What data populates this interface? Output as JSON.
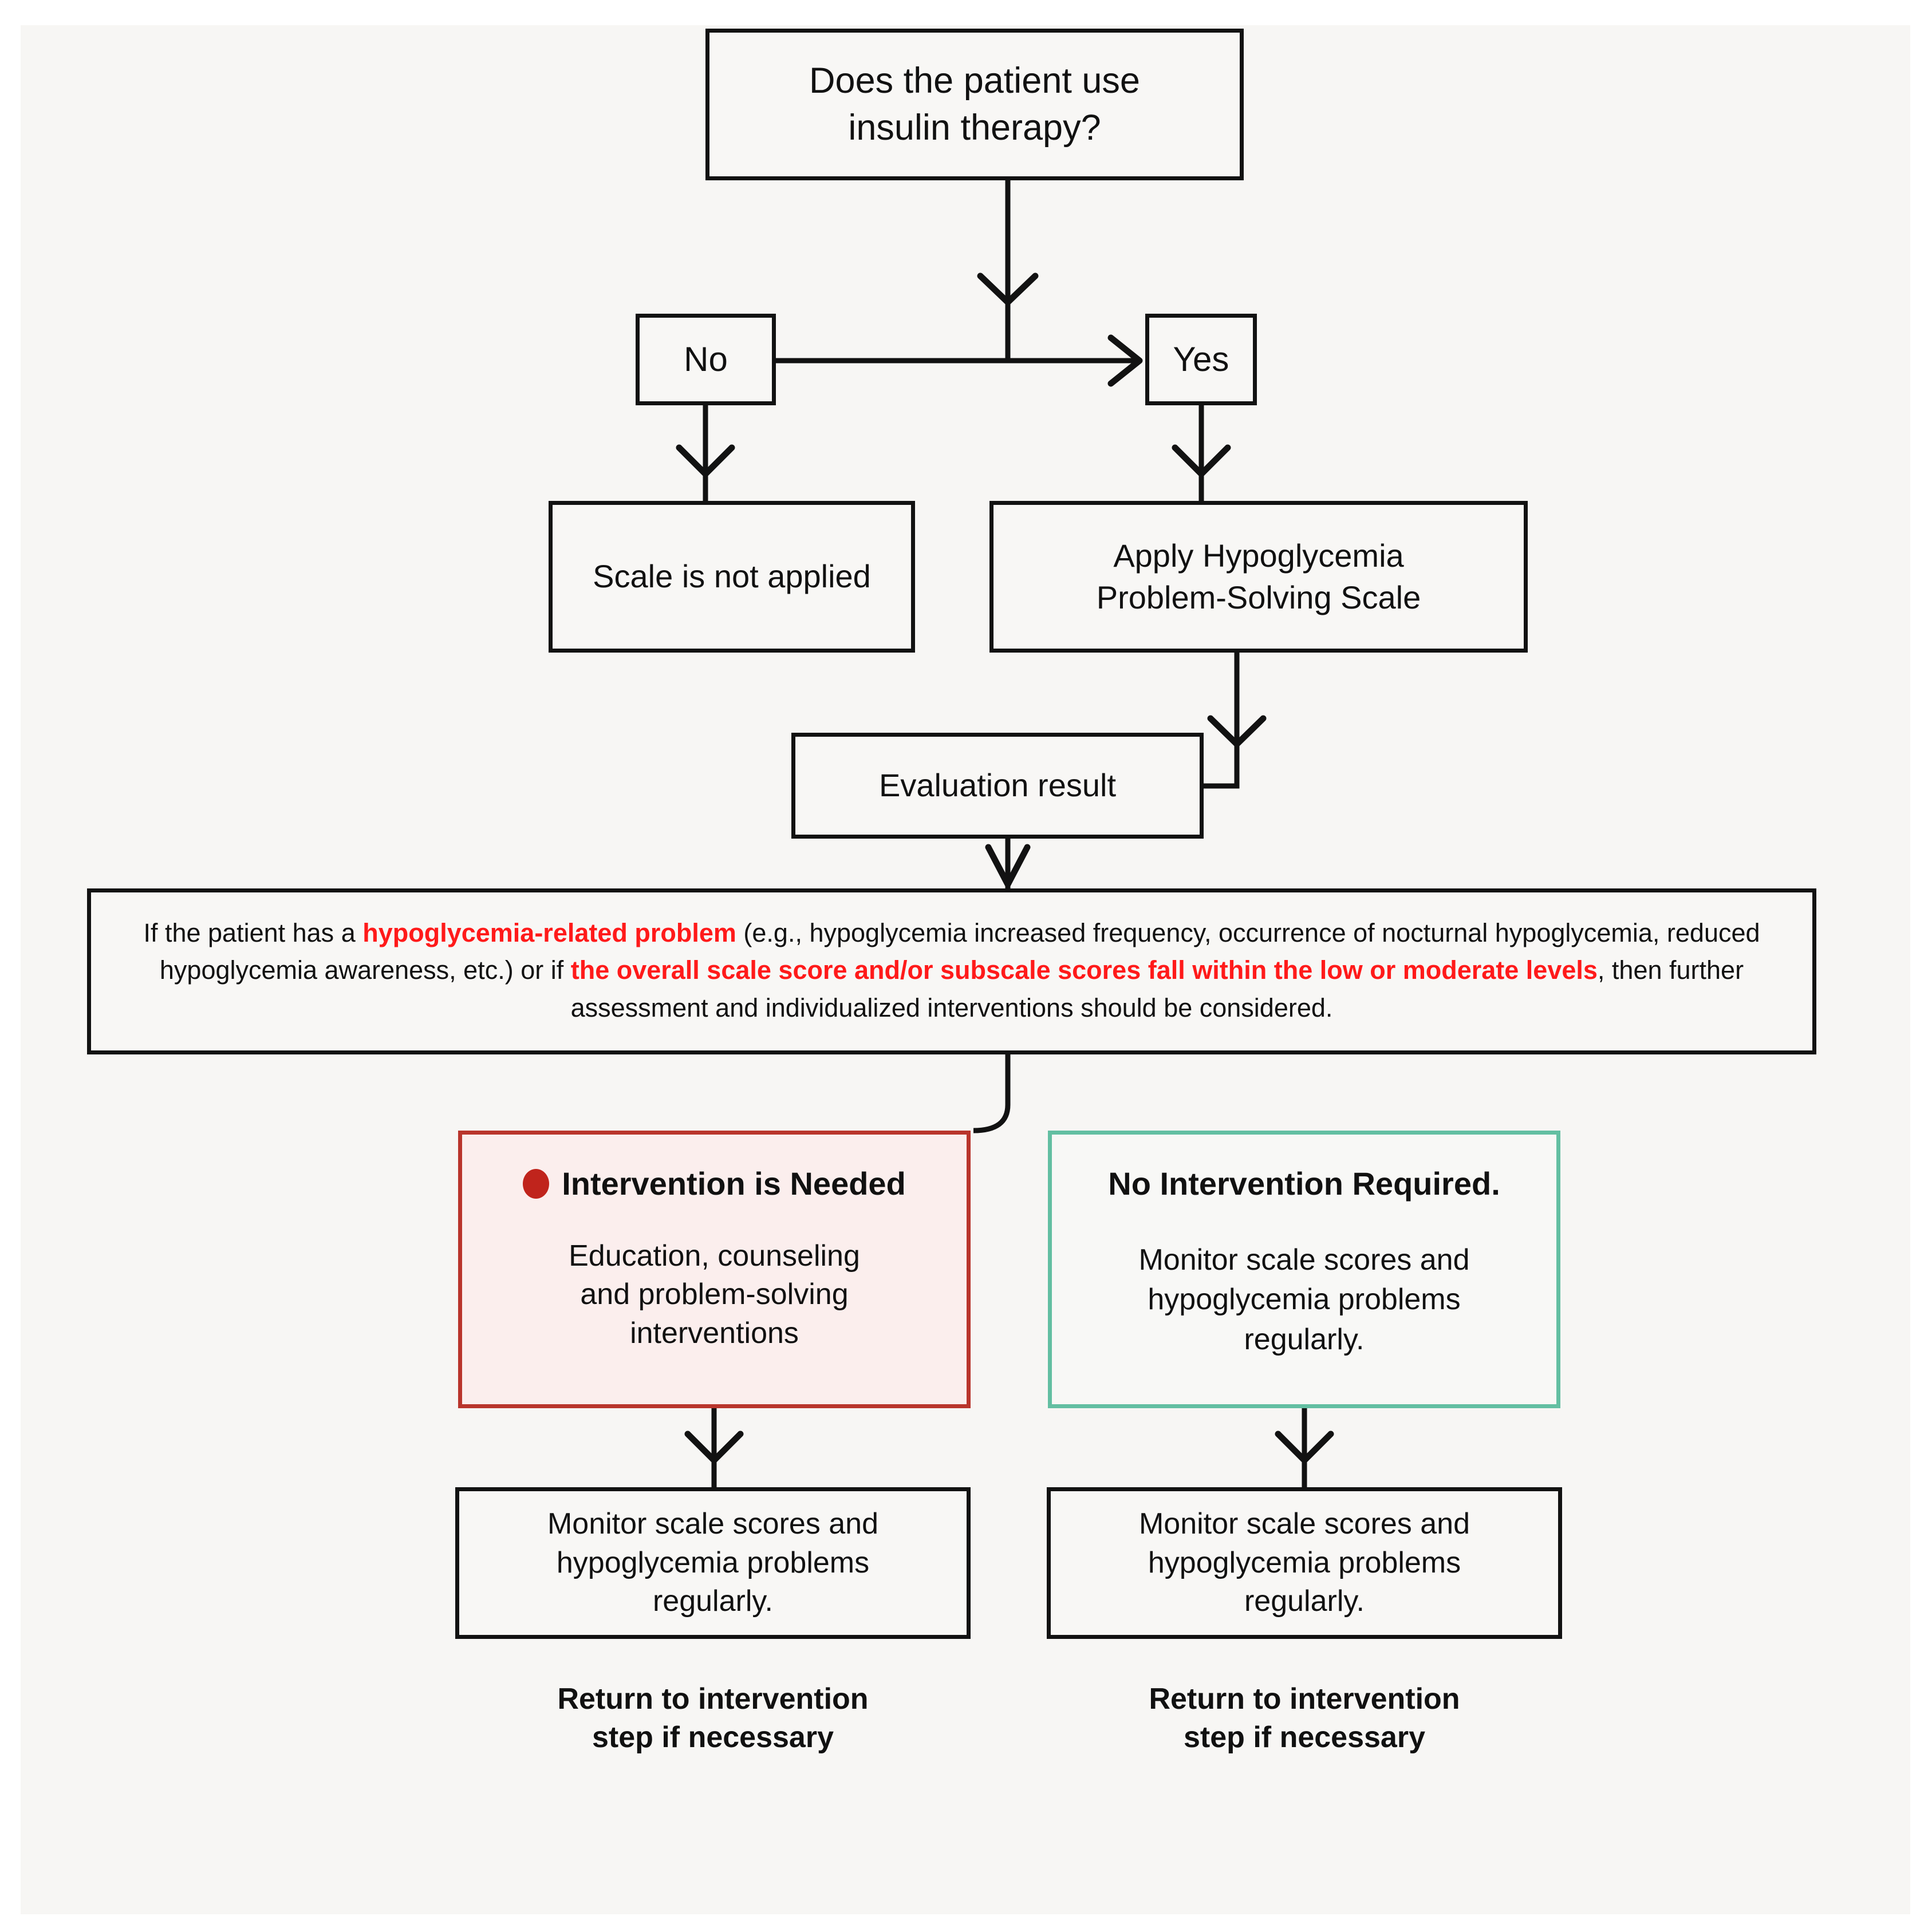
{
  "diagram": {
    "title_node": "Does the patient use\ninsulin therapy?",
    "decision_no": "No",
    "decision_yes": "Yes",
    "not_applied": "Scale is not applied",
    "apply_scale": "Apply Hypoglycemia\nProblem-Solving Scale",
    "evaluation": "Evaluation result",
    "paragraph": {
      "p1": "If the patient has a ",
      "hl1": "hypoglycemia-related problem",
      "p2": " (e.g., hypoglycemia increased frequency, occurrence of nocturnal hypoglycemia, reduced hypoglycemia awareness, etc.) or if ",
      "hl2": "the overall scale score and/or subscale scores fall within the low or moderate levels",
      "p3": ", then further assessment and individualized interventions should be considered."
    },
    "intervention_needed": {
      "heading": "Intervention is Needed",
      "body": "Education, counseling\nand problem-solving\ninterventions"
    },
    "no_intervention": {
      "heading": "No Intervention Required.",
      "body": "Monitor scale scores and\nhypoglycemia problems\nregularly."
    },
    "monitor_left": "Monitor scale scores and\nhypoglycemia problems\nregularly.",
    "monitor_right": "Monitor scale scores and\nhypoglycemia problems\nregularly.",
    "return_left": "Return to intervention\nstep if necessary",
    "return_right": "Return to intervention\nstep if necessary",
    "colors": {
      "canvas": "#f7f6f4",
      "node_border": "#121212",
      "node_fill": "#f8f7f5",
      "highlight_red": "#ff1a1a",
      "callout_red_border": "#b9352c",
      "callout_red_fill": "#fbeeed",
      "callout_red_dot": "#c0241c",
      "callout_green_border": "#63bfa2",
      "callout_green_fill": "#f8f8f6"
    }
  }
}
